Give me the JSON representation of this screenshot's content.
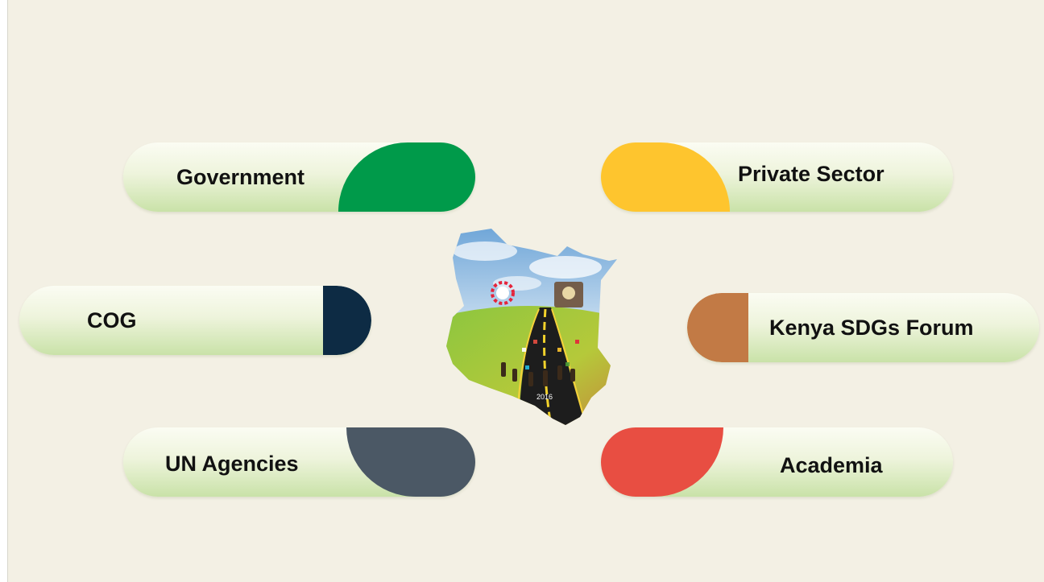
{
  "stakeholders": {
    "government": {
      "label": "Government",
      "color": "#009a4a"
    },
    "private_sector": {
      "label": "Private Sector",
      "color": "#fec52e"
    },
    "cog": {
      "label": "COG",
      "color": "#0d2b44"
    },
    "kenya_sdgs_forum": {
      "label": "Kenya SDGs Forum",
      "color": "#c27a45"
    },
    "un_agencies": {
      "label": "UN Agencies",
      "color": "#4b5865"
    },
    "academia": {
      "label": "Academia",
      "color": "#e84e42"
    }
  },
  "center_image": {
    "subject": "kenya-map-sdg-road-illustration",
    "year_text": "2016"
  }
}
